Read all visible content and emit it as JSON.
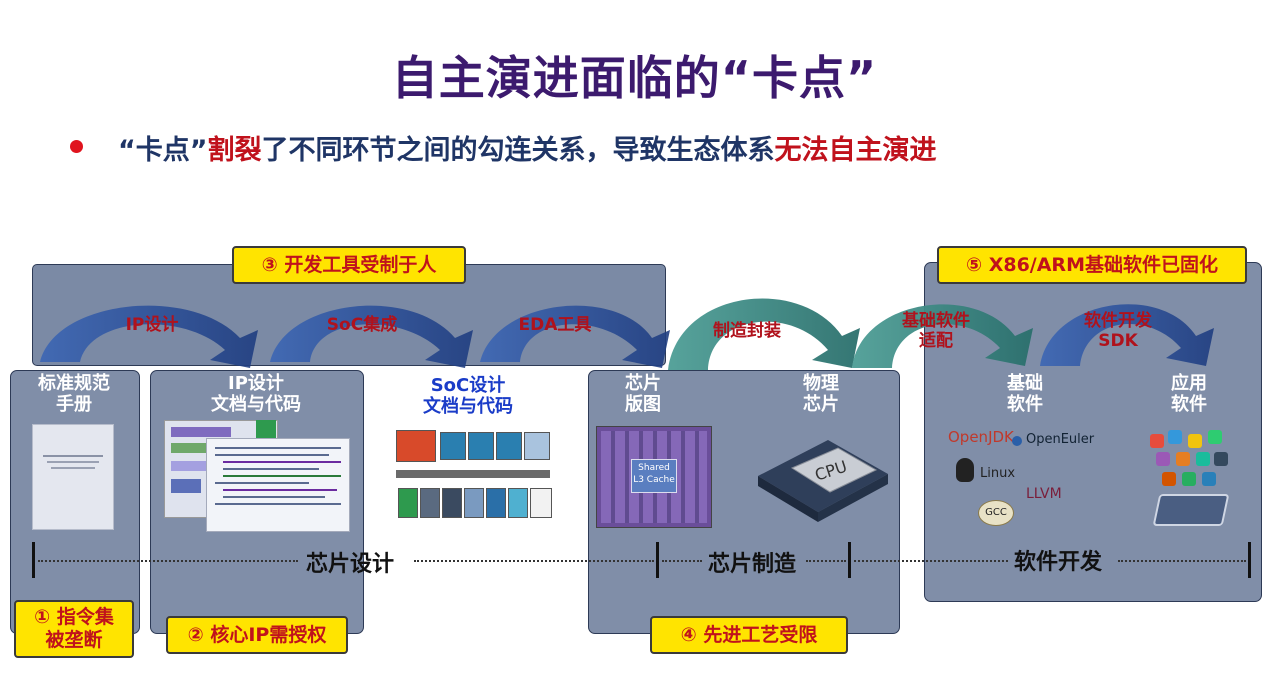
{
  "title": "自主演进面临的“卡点”",
  "subtitle": {
    "part1": "“卡点”",
    "part2": "割裂",
    "part3": "了不同环节之间的勾连关系，导致生态体系",
    "part4": "无法自主演进"
  },
  "badges": {
    "b1": "① 指令集",
    "b1b": "被垄断",
    "b2": "② 核心IP需授权",
    "b3": "③ 开发工具受制于人",
    "b4": "④ 先进工艺受限",
    "b5": "⑤ X86/ARM基础软件已固化"
  },
  "flow_labels": {
    "ip_design": "IP设计",
    "soc_integration": "SoC集成",
    "eda_tools": "EDA工具",
    "manufacturing": "制造封装",
    "base_sw_adapt_1": "基础软件",
    "base_sw_adapt_2": "适配",
    "sw_dev_1": "软件开发",
    "sw_dev_2": "SDK"
  },
  "stages": {
    "spec_1": "标准规范",
    "spec_2": "手册",
    "ipdoc_1": "IP设计",
    "ipdoc_2": "文档与代码",
    "socdoc_1": "SoC设计",
    "socdoc_2": "文档与代码",
    "layout_1": "芯片",
    "layout_2": "版图",
    "phys_1": "物理",
    "phys_2": "芯片",
    "basesw_1": "基础",
    "basesw_2": "软件",
    "app_1": "应用",
    "app_2": "软件"
  },
  "sections": {
    "chip_design": "芯片设计",
    "chip_mfg": "芯片制造",
    "sw_dev": "软件开发"
  },
  "images": {
    "cpu_text": "CPU",
    "shared_cache": "Shared",
    "shared_cache_2": "L3 Cache",
    "os_openjdk": "OpenJDK",
    "os_openeuler": "OpenEuler",
    "os_linux": "Linux",
    "os_llvm": "LLVM",
    "os_gcc": "GCC"
  },
  "colors": {
    "title": "#3c1a6e",
    "subtitle": "#1f3566",
    "highlight": "#c0121c",
    "badge_bg": "#ffe400",
    "panel": "#4f6387",
    "arrow_blue": "#2a4f9a",
    "arrow_teal": "#3d8a84"
  }
}
